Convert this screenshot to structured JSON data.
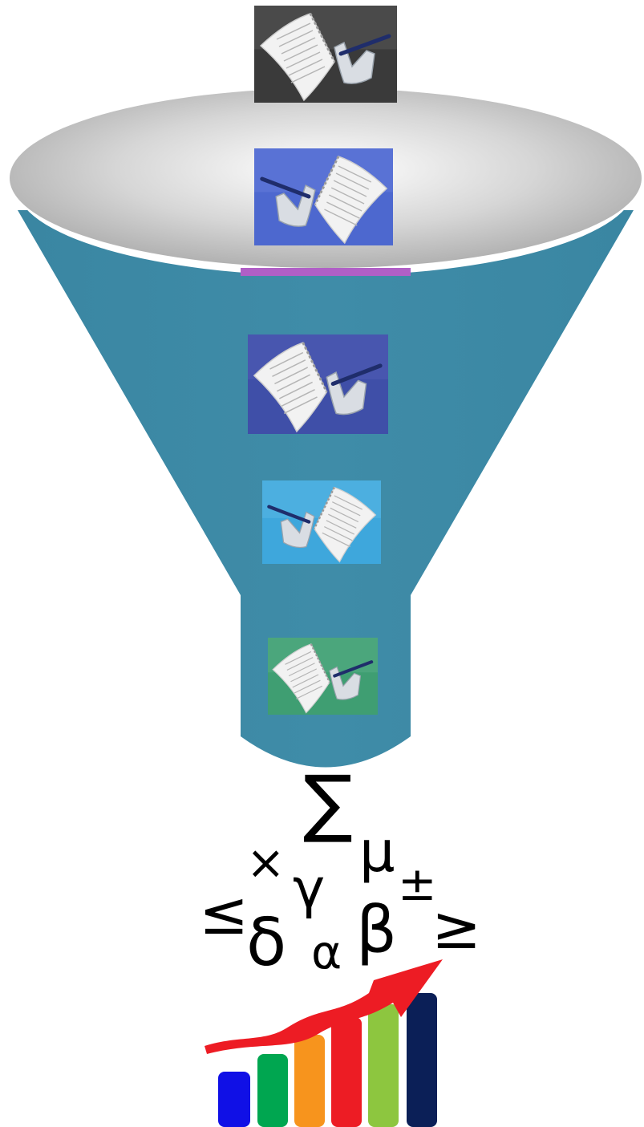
{
  "icons": [
    {
      "id": "icon-dark",
      "color": "#3a3a3a",
      "highlight": "#6a6a6a",
      "mirrored": false
    },
    {
      "id": "icon-blue",
      "color": "#4d68cf",
      "highlight": "#6f86e0",
      "mirrored": true
    },
    {
      "id": "icon-indigo",
      "color": "#3f4fa8",
      "highlight": "#5864bd",
      "mirrored": false
    },
    {
      "id": "icon-sky",
      "color": "#3ea7dc",
      "highlight": "#66bfe8",
      "mirrored": true
    },
    {
      "id": "icon-green",
      "color": "#3f9e72",
      "highlight": "#62b58e",
      "mirrored": false
    }
  ],
  "funnel": {
    "body_color": "#3d8aa6",
    "rim_color": "#bdbdbd",
    "accent_color": "#b05fc6"
  },
  "symbols": [
    {
      "id": "sigma",
      "text": "∑"
    },
    {
      "id": "mu",
      "text": "μ"
    },
    {
      "id": "times",
      "text": "×"
    },
    {
      "id": "plus-minus",
      "text": "±"
    },
    {
      "id": "gamma",
      "text": "γ"
    },
    {
      "id": "less-equal",
      "text": "≤"
    },
    {
      "id": "greater-equal",
      "text": "≥"
    },
    {
      "id": "delta",
      "text": "δ"
    },
    {
      "id": "beta",
      "text": "β"
    },
    {
      "id": "alpha",
      "text": "α"
    }
  ],
  "growth_chart": {
    "bar_colors": [
      "#1010e6",
      "#00a650",
      "#f7941d",
      "#ed1c24",
      "#8dc63f",
      "#0b1f57"
    ],
    "arrow_color": "#ed1c24"
  }
}
